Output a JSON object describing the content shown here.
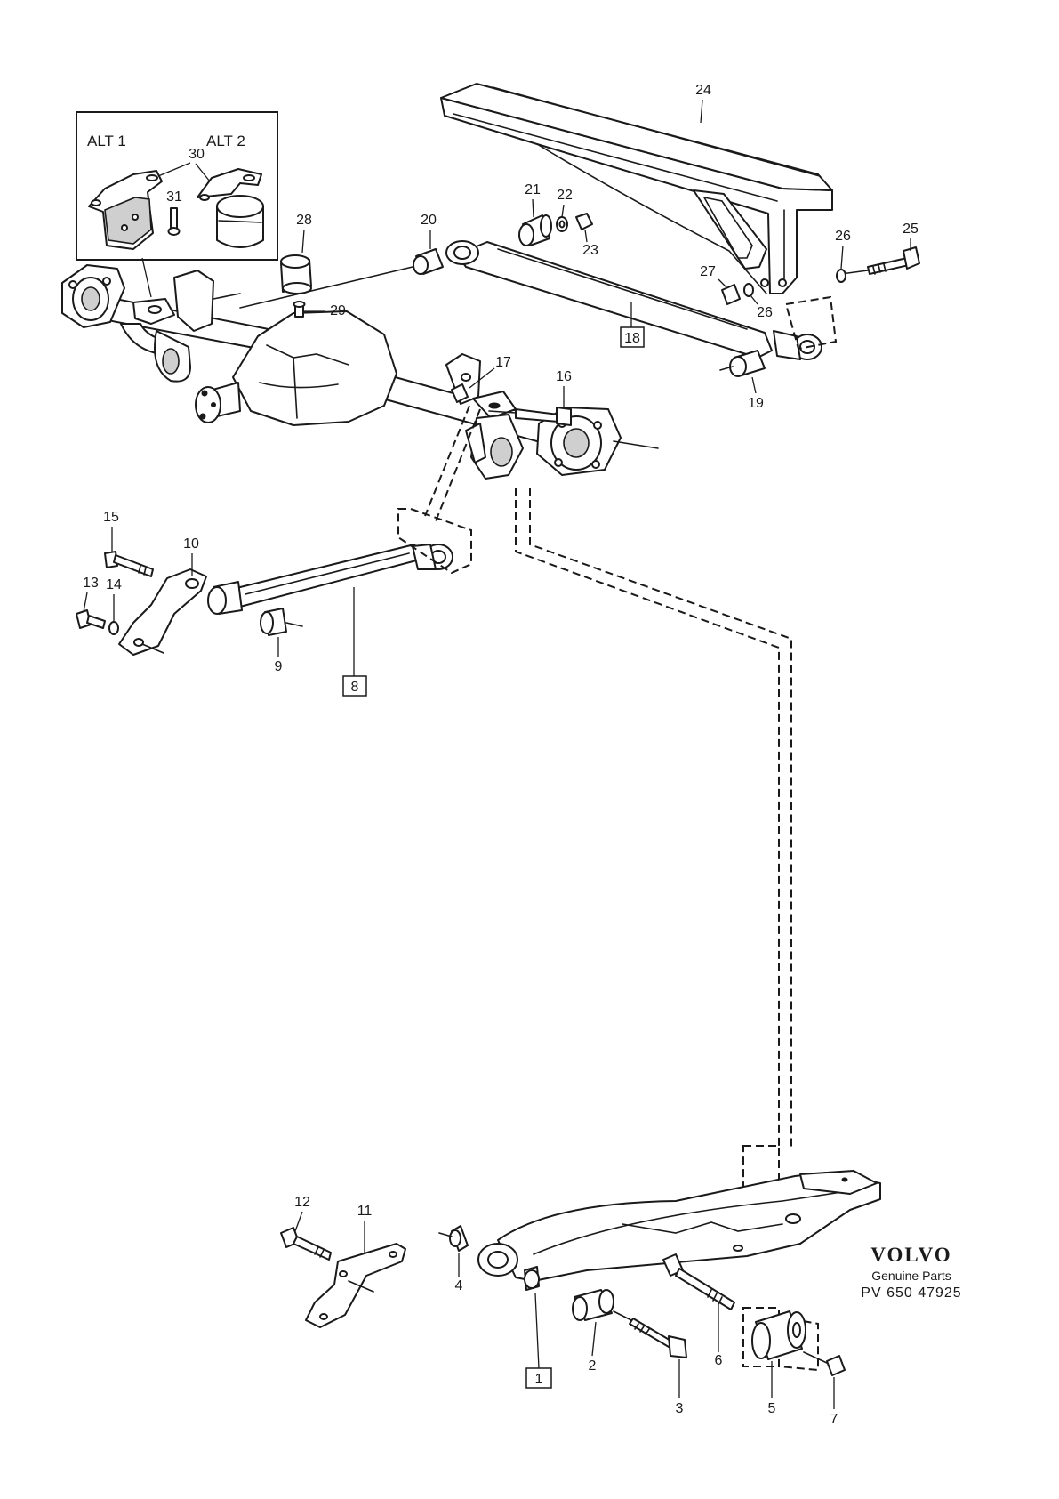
{
  "inset": {
    "alt1": "ALT 1",
    "alt2": "ALT 2"
  },
  "callouts": {
    "1": "1",
    "2": "2",
    "3": "3",
    "4": "4",
    "5": "5",
    "6": "6",
    "7": "7",
    "8": "8",
    "9": "9",
    "10": "10",
    "11": "11",
    "12": "12",
    "13": "13",
    "14": "14",
    "15": "15",
    "16": "16",
    "17": "17",
    "18": "18",
    "19": "19",
    "20": "20",
    "21": "21",
    "22": "22",
    "23": "23",
    "24": "24",
    "25": "25",
    "26": "26",
    "26b": "26",
    "27": "27",
    "28": "28",
    "29": "29",
    "30": "30",
    "31": "31"
  },
  "brand": {
    "name": "VOLVO",
    "subtitle": "Genuine Parts",
    "code": "PV 650 47925"
  }
}
